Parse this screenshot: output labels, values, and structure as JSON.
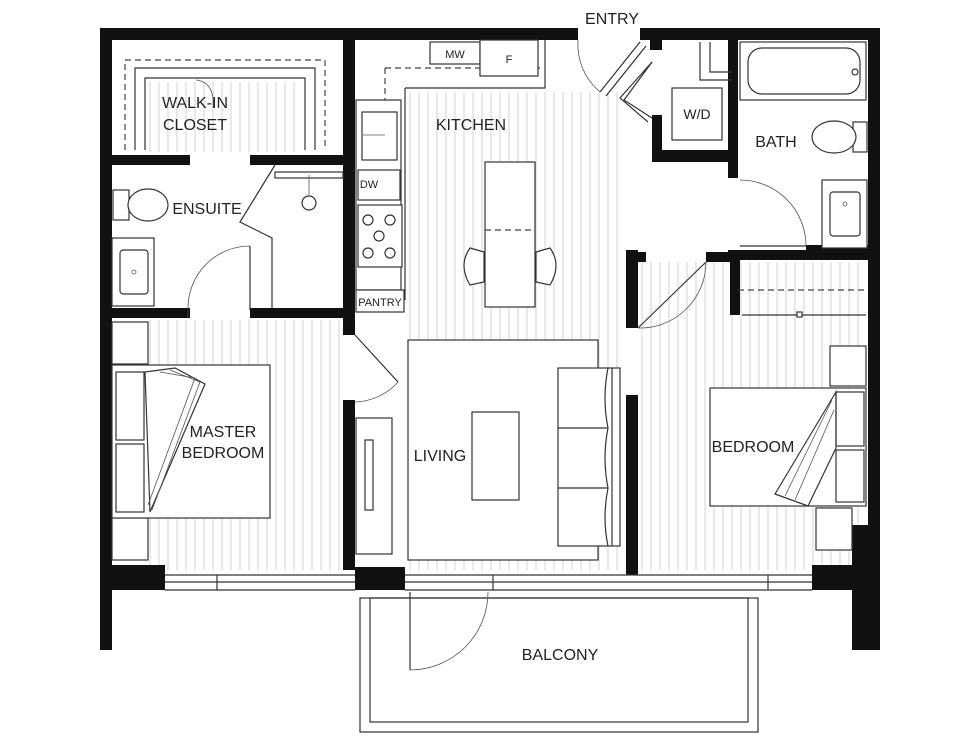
{
  "rooms": {
    "entry": "ENTRY",
    "walk_in_closet_line1": "WALK-IN",
    "walk_in_closet_line2": "CLOSET",
    "kitchen": "KITCHEN",
    "bath": "BATH",
    "ensuite": "ENSUITE",
    "master_bedroom_line1": "MASTER",
    "master_bedroom_line2": "BEDROOM",
    "living": "LIVING",
    "bedroom": "BEDROOM",
    "balcony": "BALCONY"
  },
  "fixtures": {
    "microwave": "MW",
    "fridge": "F",
    "washer_dryer": "W/D",
    "dishwasher": "DW",
    "pantry": "PANTRY"
  },
  "colors": {
    "wall": "#111111",
    "floor_lines": "#cfcfcf",
    "background": "#ffffff"
  }
}
